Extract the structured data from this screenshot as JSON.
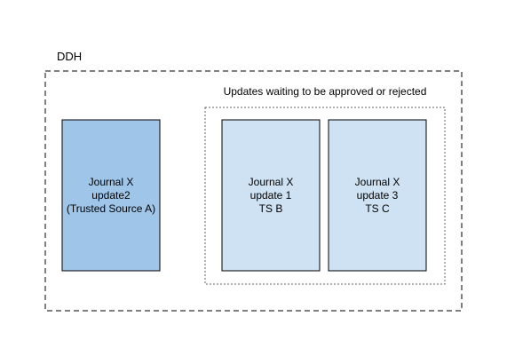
{
  "outer_container": {
    "label": "DDH"
  },
  "pending_group": {
    "label": "Updates waiting to be approved or rejected"
  },
  "boxes": [
    {
      "id": "approved-update",
      "lines": [
        "Journal X",
        "update2",
        "(Trusted Source A)"
      ],
      "fill": "#9fc5e8"
    },
    {
      "id": "pending-update-1",
      "lines": [
        "Journal X",
        "update 1",
        "TS B"
      ],
      "fill": "#cfe2f3"
    },
    {
      "id": "pending-update-3",
      "lines": [
        "Journal X",
        "update 3",
        "TS C"
      ],
      "fill": "#cfe2f3"
    }
  ],
  "colors": {
    "stroke": "#000000",
    "dotted_stroke": "#666666"
  }
}
